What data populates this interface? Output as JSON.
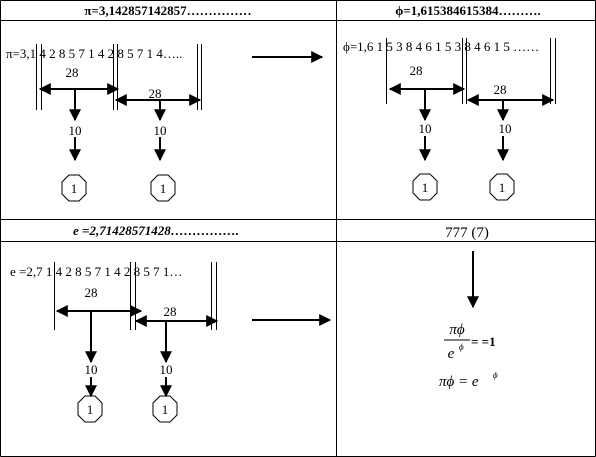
{
  "cells": {
    "pi": {
      "header": "π=3,142857142857……………",
      "sequence": "π=3,1 4 2 8 5 7 1 4 2 8 5 7 1 4…..",
      "span_labels": [
        "28",
        "28"
      ],
      "sum_labels": [
        "10",
        "10"
      ],
      "circle_labels": [
        "1",
        "1"
      ]
    },
    "phi": {
      "header": "ϕ=1,615384615384……….",
      "sequence": "ϕ=1,6 1 5 3 8 4 6 1 5 3 8 4 6 1 5 ……",
      "span_labels": [
        "28",
        "28"
      ],
      "sum_labels": [
        "10",
        "10"
      ],
      "circle_labels": [
        "1",
        "1"
      ]
    },
    "e": {
      "header": "e =2,71428571428…………….",
      "sequence": "e =2,7 1 4 2 8 5 7 1 4 2 8 5 7 1…",
      "span_labels": [
        "28",
        "28"
      ],
      "sum_labels": [
        "10",
        "10"
      ],
      "circle_labels": [
        "1",
        "1"
      ]
    },
    "result": {
      "header": "777 (7)",
      "fraction_numerator": "πϕ",
      "fraction_denominator": "e",
      "fraction_denominator_exponent": "ϕ",
      "fraction_result": "= =1",
      "equation_left": "πϕ = e",
      "equation_exponent": "ϕ"
    }
  }
}
